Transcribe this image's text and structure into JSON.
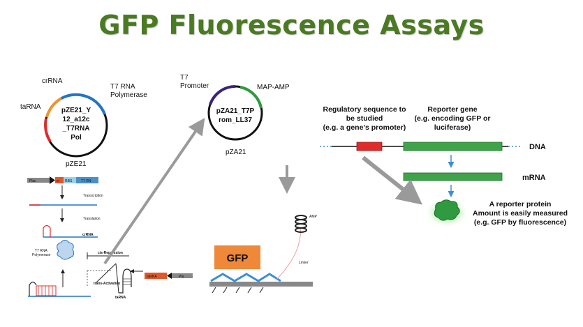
{
  "title": "GFP Fluorescence Assays",
  "colors": {
    "title": "#4a7a22",
    "plasmid_orange": "#f0922b",
    "plasmid_red": "#e02b2b",
    "plasmid_blue": "#2374c6",
    "plasmid_purple": "#3a2478",
    "plasmid_green": "#2f9a3f",
    "reporter_green": "#3fa34a",
    "promoter_red": "#e02b2b",
    "arrow_gray": "#9a9a9a",
    "gfp_box": "#f0883a",
    "chevron_blue": "#3b8fd6"
  },
  "plasmid1": {
    "name_lines": [
      "pZE21_Y",
      "12_a12c",
      "_T7RNA",
      "Pol"
    ],
    "label": "pZE21",
    "segments": {
      "crrna": "crRNA",
      "tarna": "taRNA",
      "t7pol_line1": "T7 RNA",
      "t7pol_line2": "Polymerase"
    }
  },
  "plasmid2": {
    "name_lines": [
      "pZA21_T7P",
      "rom_LL37"
    ],
    "label": "pZA21",
    "promoter_line1": "T7",
    "promoter_line2": "Promoter",
    "marker": "MAP-AMP"
  },
  "mechanism": {
    "plac": "Plac",
    "cr": "cr",
    "rbs": "RBS",
    "t7rna_bar": "T7 RN",
    "transcription": "Transcription",
    "translation": "Translation",
    "crrna": "crRNA",
    "t7_polymerase_line1": "T7 RNA",
    "t7_polymerase_line2": "Polymerase",
    "cis_repression": "cis-Repression",
    "trans_activation": "trans-Activation",
    "tarna_box": "taRNA",
    "pta": "Pta",
    "tarna": "taRNA"
  },
  "peptide": {
    "gfp": "GFP",
    "amp": "AMP",
    "linker": "Linker"
  },
  "reporter": {
    "regulatory_lines": [
      "Regulatory sequence to",
      "be studied",
      "(e.g. a gene’s promoter)"
    ],
    "gene_lines": [
      "Reporter gene",
      "(e.g. encoding GFP or",
      "luciferase)"
    ],
    "dna": "DNA",
    "mrna": "mRNA",
    "protein_lines": [
      "A reporter protein",
      "Amount is easily measured",
      "(e.g. GFP by fluorescence)"
    ]
  }
}
